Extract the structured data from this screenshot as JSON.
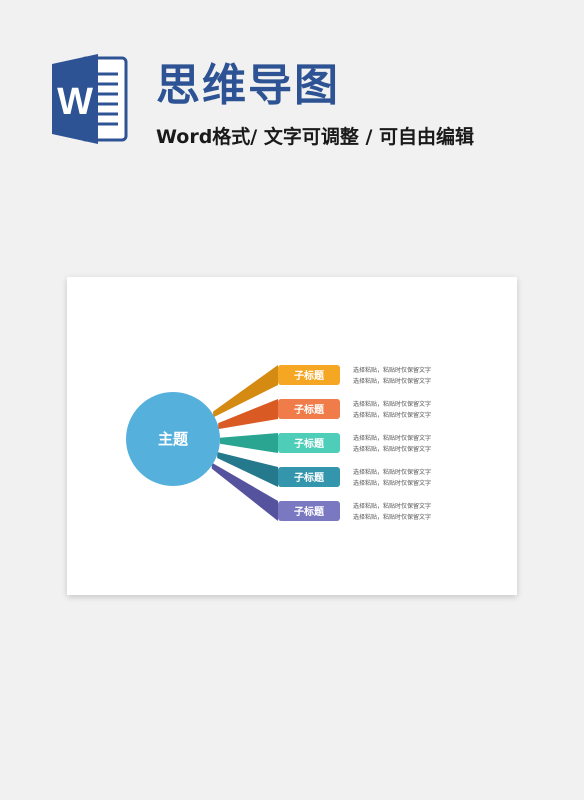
{
  "header": {
    "logo_letter": "W",
    "title": "思维导图",
    "subtitle": "Word格式/ 文字可调整 / 可自由编辑"
  },
  "mindmap": {
    "center": {
      "label": "主题",
      "color": "#56b0dc"
    },
    "branches": [
      {
        "label": "子标题",
        "color": "#f5a623",
        "dark": "#d58a12",
        "lines": [
          "选择粘贴，粘贴时仅保留文字",
          "选择粘贴，粘贴时仅保留文字"
        ]
      },
      {
        "label": "子标题",
        "color": "#f07c4a",
        "dark": "#d95a22",
        "lines": [
          "选择粘贴，粘贴时仅保留文字",
          "选择粘贴，粘贴时仅保留文字"
        ]
      },
      {
        "label": "子标题",
        "color": "#4ecdb8",
        "dark": "#2aa592",
        "lines": [
          "选择粘贴，粘贴时仅保留文字",
          "选择粘贴，粘贴时仅保留文字"
        ]
      },
      {
        "label": "子标题",
        "color": "#3396ad",
        "dark": "#25798d",
        "lines": [
          "选择粘贴，粘贴时仅保留文字",
          "选择粘贴，粘贴时仅保留文字"
        ]
      },
      {
        "label": "子标题",
        "color": "#7b78c2",
        "dark": "#56539e",
        "lines": [
          "选择粘贴，粘贴时仅保留文字",
          "选择粘贴，粘贴时仅保留文字"
        ]
      }
    ]
  }
}
